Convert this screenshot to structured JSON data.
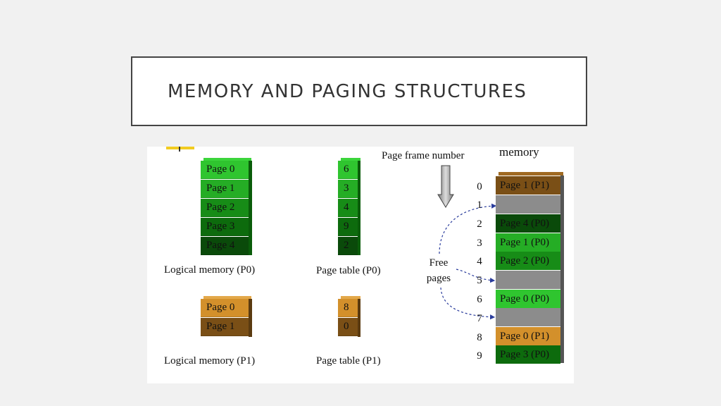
{
  "title": "MEMORY AND PAGING STRUCTURES",
  "colors": {
    "green_light": "#2fc52f",
    "green_mid": "#1fa51f",
    "green_dark": "#0b6b0b",
    "green_darker": "#0a4a0a",
    "orange": "#d3902b",
    "brown": "#7a4f16",
    "gray": "#8c8c8c"
  },
  "diagram": {
    "memory_label": "memory",
    "frame_number_label": "Page frame number",
    "free_pages_label": "Free pages",
    "p0": {
      "logical": [
        "Page 0",
        "Page 1",
        "Page 2",
        "Page 3",
        "Page 4"
      ],
      "logical_caption": "Logical memory (P0)",
      "table": [
        "6",
        "3",
        "4",
        "9",
        "2"
      ],
      "table_caption": "Page table (P0)"
    },
    "p1": {
      "logical": [
        "Page 0",
        "Page 1"
      ],
      "logical_caption": "Logical memory (P1)",
      "table": [
        "8",
        "0"
      ],
      "table_caption": "Page table (P1)"
    },
    "frame_numbers": [
      "0",
      "1",
      "2",
      "3",
      "4",
      "5",
      "6",
      "7",
      "8",
      "9"
    ],
    "frames": [
      "Page 1 (P1)",
      "",
      "Page 4 (P0)",
      "Page 1 (P0)",
      "Page 2 (P0)",
      "",
      "Page 0 (P0)",
      "",
      "Page 0 (P1)",
      "Page 3 (P0)"
    ]
  }
}
